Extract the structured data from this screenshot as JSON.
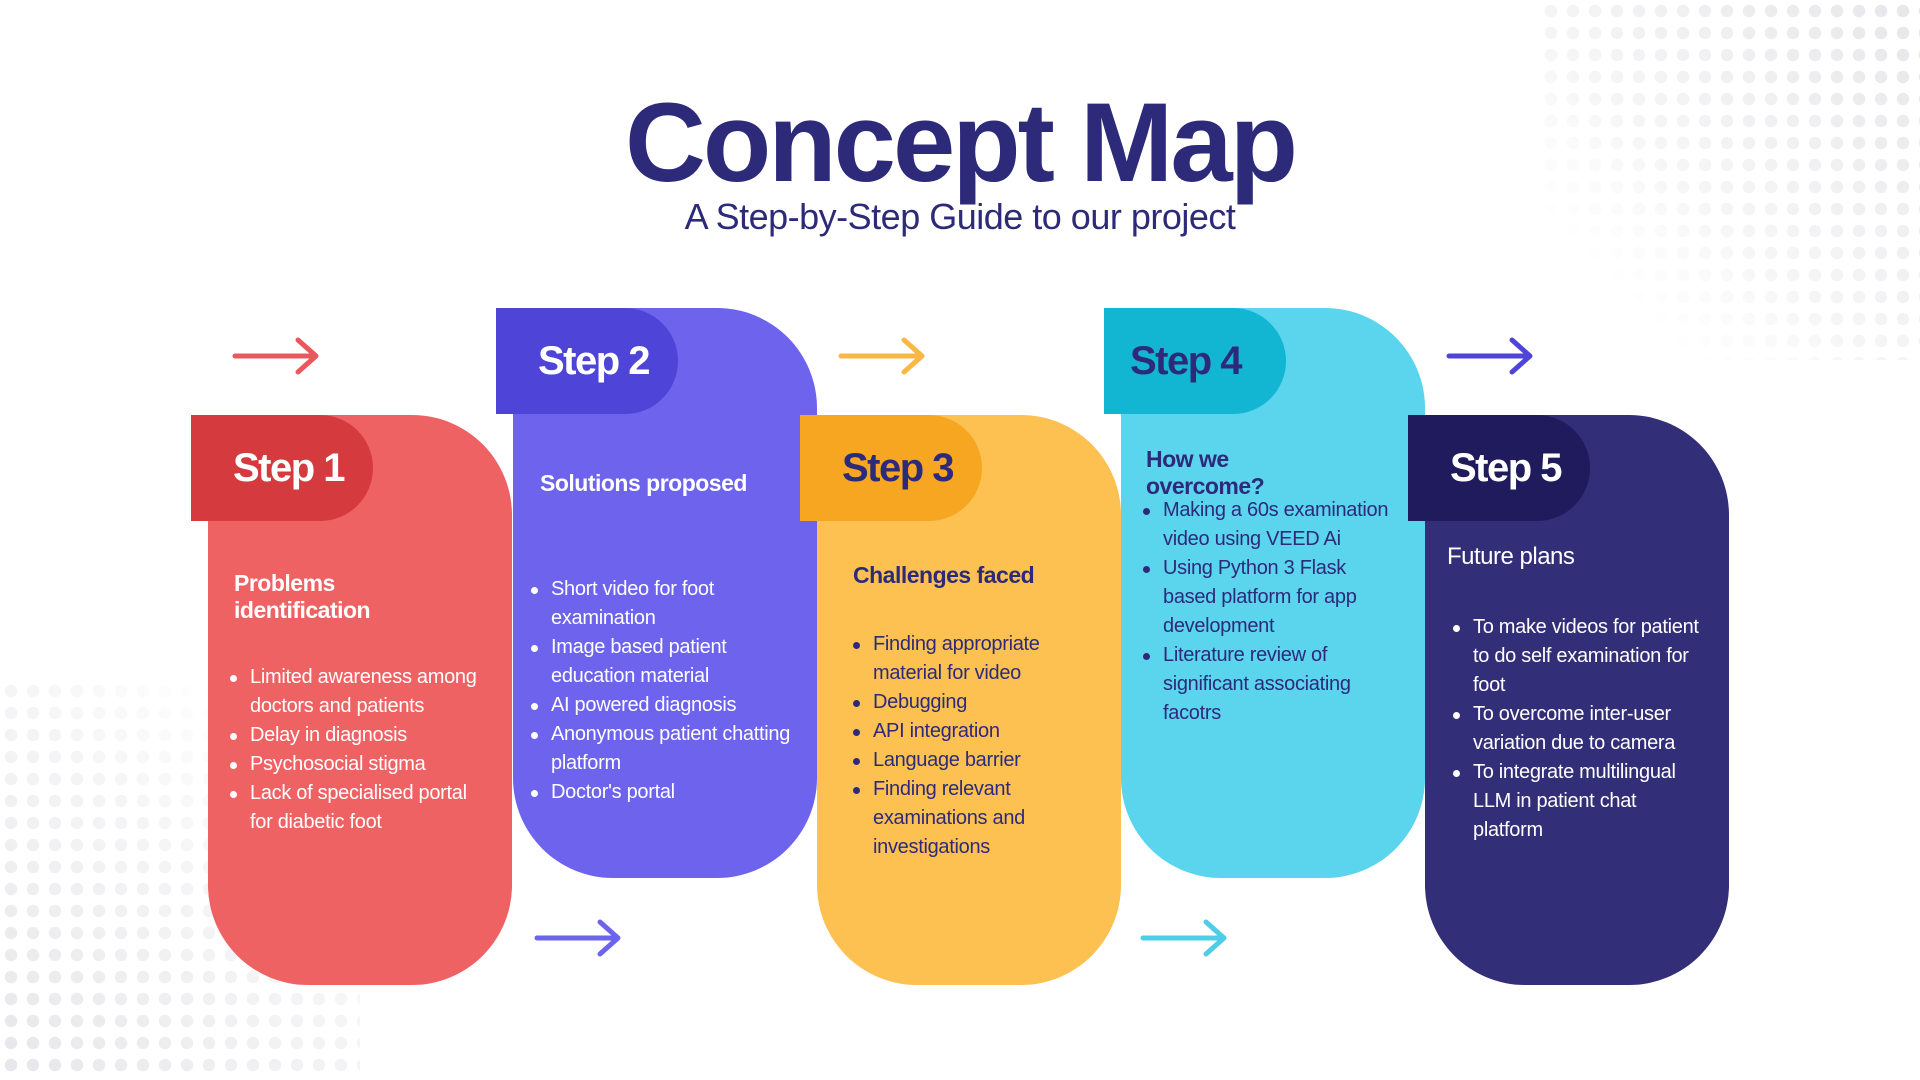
{
  "title": "Concept Map",
  "subtitle": "A Step-by-Step Guide to our project",
  "steps": [
    {
      "label": "Step 1",
      "heading": "Problems identification",
      "color": "#ef6263",
      "tab_color": "#d53a3f",
      "items": [
        "Limited awareness among doctors and patients",
        "Delay in diagnosis",
        "Psychosocial stigma",
        "Lack of specialised portal for diabetic foot"
      ]
    },
    {
      "label": "Step 2",
      "heading": "Solutions proposed",
      "color": "#6d63ed",
      "tab_color": "#4e44d8",
      "items": [
        "Short video for foot examination",
        "Image based patient education material",
        "AI powered diagnosis",
        "Anonymous patient chatting platform",
        "Doctor's portal"
      ]
    },
    {
      "label": "Step 3",
      "heading": "Challenges faced",
      "color": "#fdc152",
      "tab_color": "#f6a621",
      "items": [
        "Finding appropriate material for video",
        "Debugging",
        "API integration",
        "Language barrier",
        "Finding relevant examinations and investigations"
      ]
    },
    {
      "label": "Step 4",
      "heading": "How we overcome?",
      "color": "#5bd4ee",
      "tab_color": "#12b6d3",
      "items": [
        "Making a 60s examination video using VEED Ai",
        "Using Python 3 Flask based platform for app development",
        "Literature review of significant associating facotrs"
      ]
    },
    {
      "label": "Step 5",
      "heading": "Future plans",
      "color": "#332e78",
      "tab_color": "#1f1b5c",
      "items": [
        "To make videos for patient to do self examination for foot",
        "To overcome inter-user variation due to camera",
        "To integrate multilingual LLM in patient chat platform"
      ]
    }
  ],
  "arrows": [
    {
      "icon": "right-arrow-icon",
      "color": "#e8585c"
    },
    {
      "icon": "right-arrow-icon",
      "color": "#f9b844"
    },
    {
      "icon": "right-arrow-icon",
      "color": "#4e44d8"
    },
    {
      "icon": "right-arrow-icon",
      "color": "#6d63ed"
    },
    {
      "icon": "right-arrow-icon",
      "color": "#4fcde6"
    }
  ]
}
